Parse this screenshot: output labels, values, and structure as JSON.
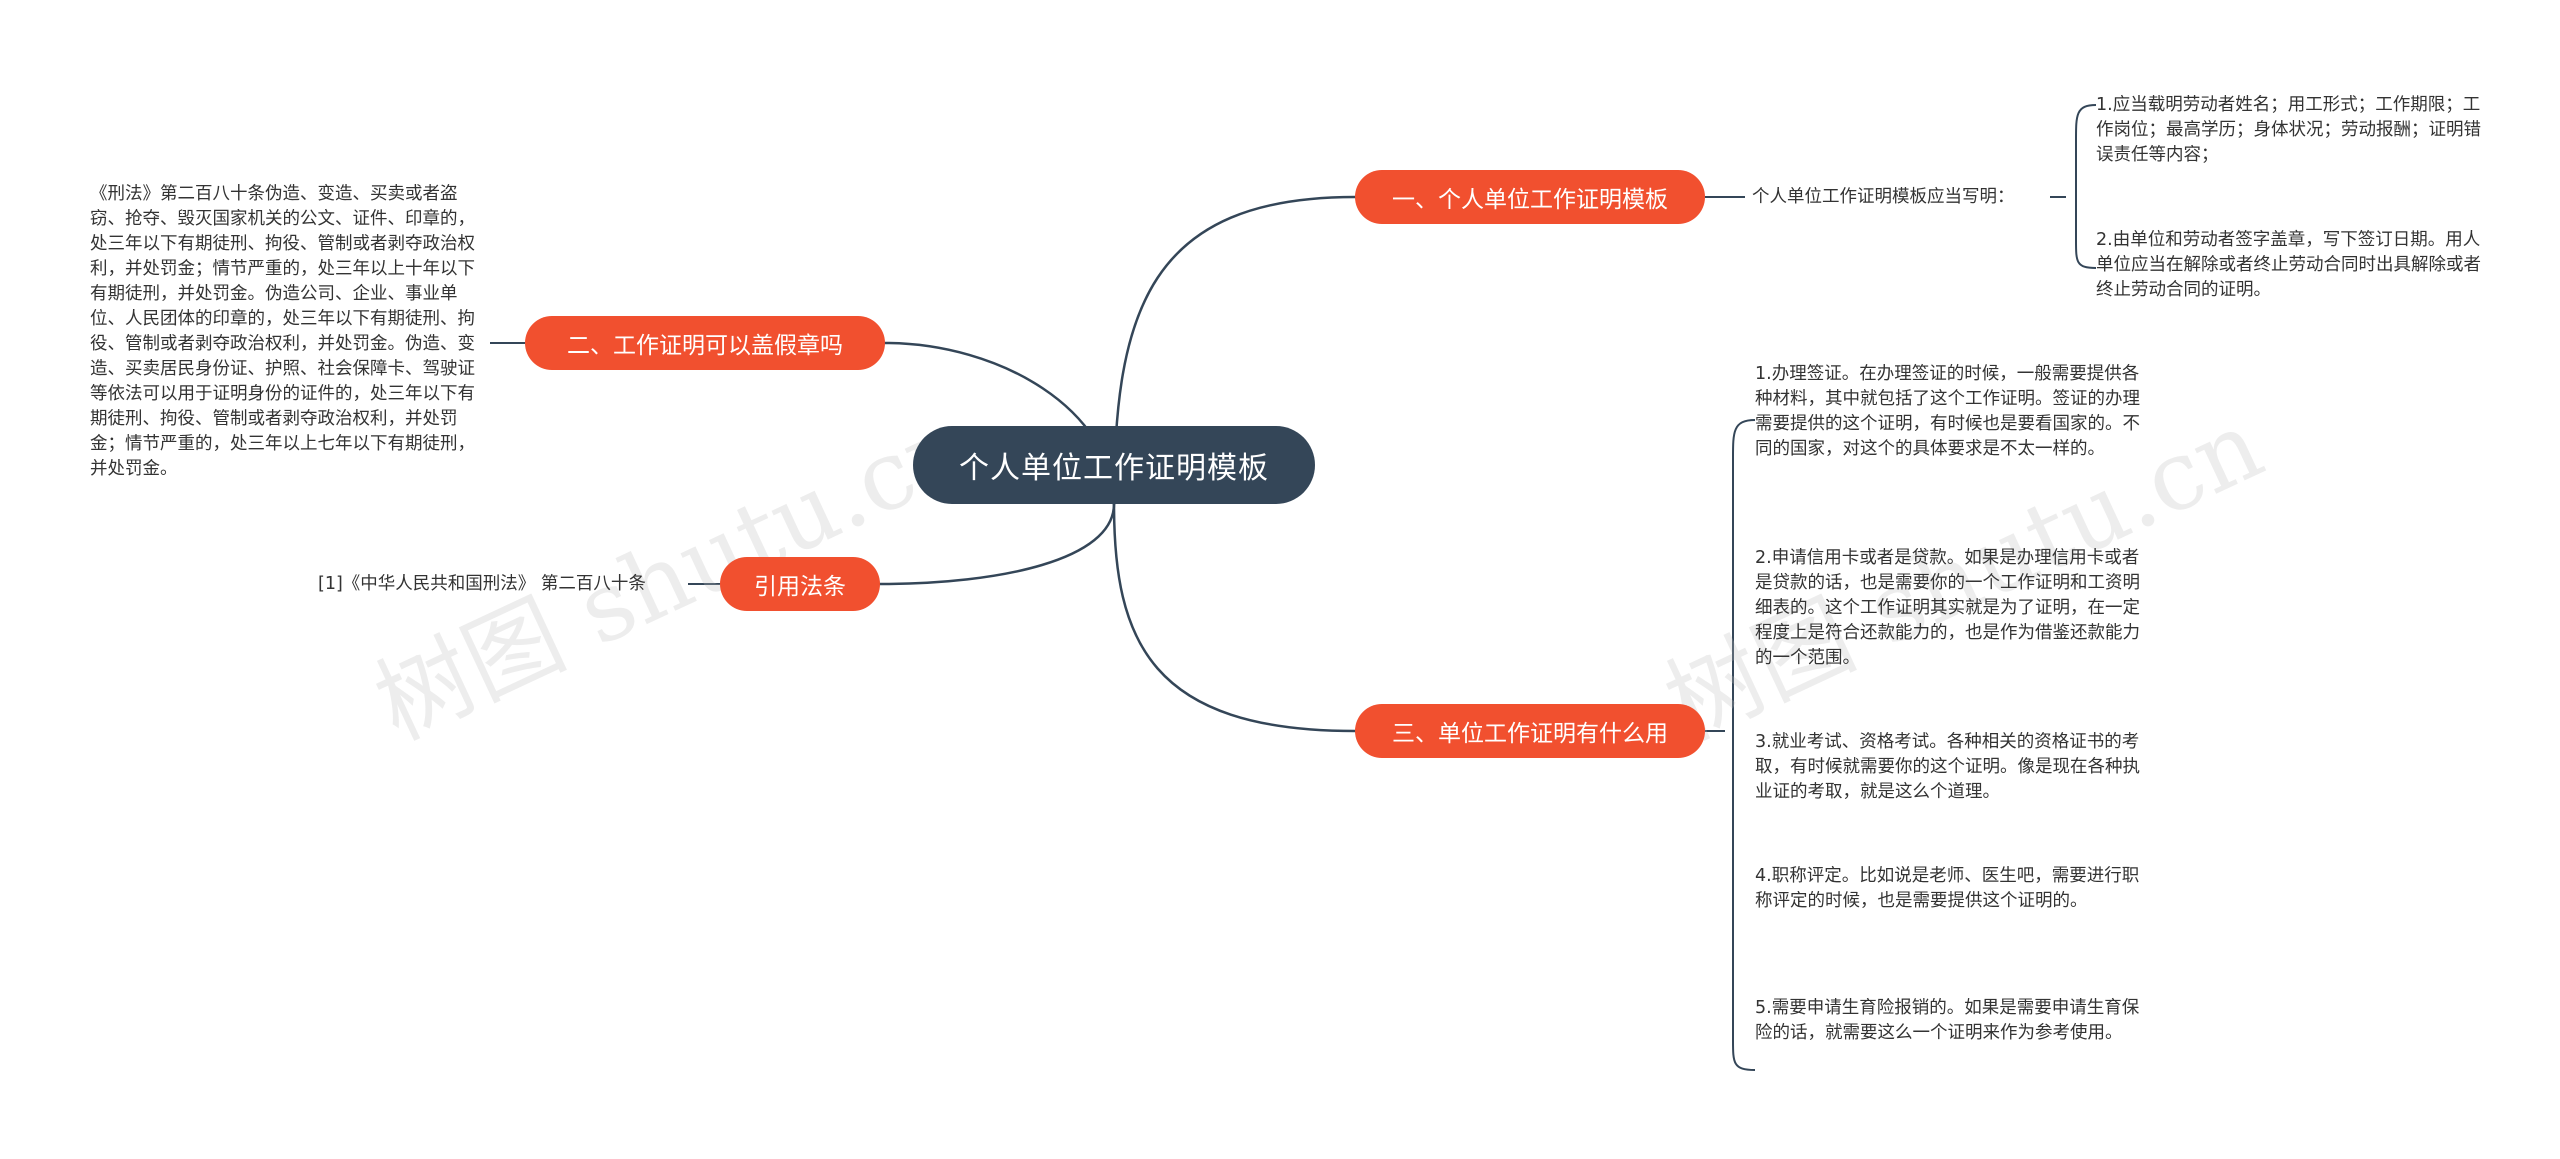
{
  "root": {
    "label": "个人单位工作证明模板"
  },
  "branches": {
    "b1": {
      "label": "一、个人单位工作证明模板",
      "sub": "个人单位工作证明模板应当写明：",
      "items": [
        "1.应当载明劳动者姓名；用工形式；工作期限；工作岗位；最高学历；身体状况；劳动报酬；证明错误责任等内容；",
        "2.由单位和劳动者签字盖章，写下签订日期。用人单位应当在解除或者终止劳动合同时出具解除或者终止劳动合同的证明。"
      ]
    },
    "b2": {
      "label": "二、工作证明可以盖假章吗",
      "text": "《刑法》第二百八十条伪造、变造、买卖或者盗窃、抢夺、毁灭国家机关的公文、证件、印章的，处三年以下有期徒刑、拘役、管制或者剥夺政治权利，并处罚金；情节严重的，处三年以上十年以下有期徒刑，并处罚金。伪造公司、企业、事业单位、人民团体的印章的，处三年以下有期徒刑、拘役、管制或者剥夺政治权利，并处罚金。伪造、变造、买卖居民身份证、护照、社会保障卡、驾驶证等依法可以用于证明身份的证件的，处三年以下有期徒刑、拘役、管制或者剥夺政治权利，并处罚金；情节严重的，处三年以上七年以下有期徒刑，并处罚金。"
    },
    "b3": {
      "label": "三、单位工作证明有什么用",
      "items": [
        "1.办理签证。在办理签证的时候，一般需要提供各种材料，其中就包括了这个工作证明。签证的办理需要提供的这个证明，有时候也是要看国家的。不同的国家，对这个的具体要求是不太一样的。",
        "2.申请信用卡或者是贷款。如果是办理信用卡或者是贷款的话，也是需要你的一个工作证明和工资明细表的。这个工作证明其实就是为了证明，在一定程度上是符合还款能力的，也是作为借鉴还款能力的一个范围。",
        "3.就业考试、资格考试。各种相关的资格证书的考取，有时候就需要你的这个证明。像是现在各种执业证的考取，就是这么个道理。",
        "4.职称评定。比如说是老师、医生吧，需要进行职称评定的时候，也是需要提供这个证明的。",
        "5.需要申请生育险报销的。如果是需要申请生育保险的话，就需要这么一个证明来作为参考使用。"
      ]
    },
    "b4": {
      "label": "引用法条",
      "text": "[1]《中华人民共和国刑法》 第二百八十条"
    }
  },
  "watermark": {
    "text": "树图 shutu.cn"
  },
  "colors": {
    "root": "#344658",
    "branch": "#f1502f",
    "line": "#344658",
    "text": "#333333"
  }
}
